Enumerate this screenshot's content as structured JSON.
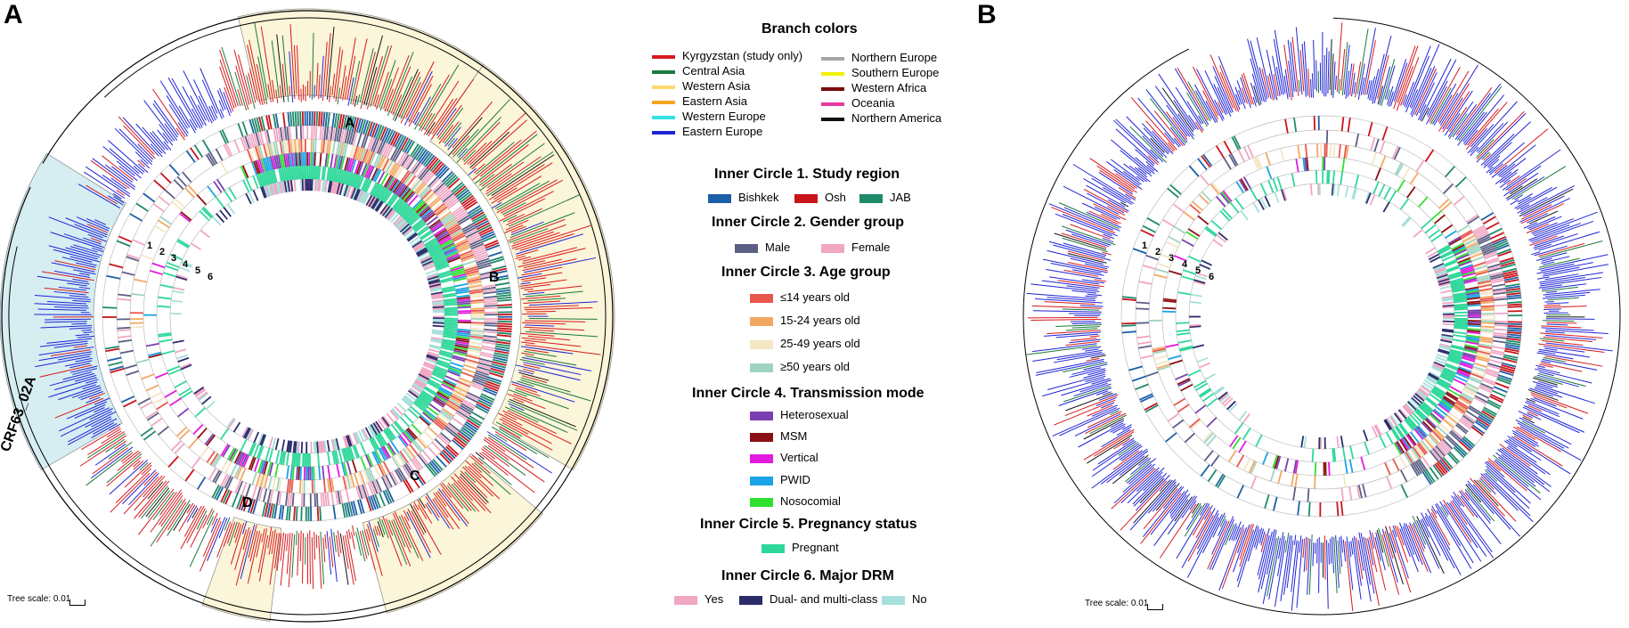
{
  "panels": {
    "a": {
      "label": "A",
      "scale_label": "Tree scale: 0.01"
    },
    "b": {
      "label": "B",
      "scale_label": "Tree scale: 0.01"
    }
  },
  "clade_labels": {
    "A": "A",
    "B": "B",
    "C": "C",
    "D": "D",
    "crf": "CRF63_02A"
  },
  "ring_numbers": [
    "1",
    "2",
    "3",
    "4",
    "5",
    "6"
  ],
  "legend": {
    "branch_title": "Branch colors",
    "branch_left": [
      {
        "label": "Kyrgyzstan (study only)",
        "color": "#d7191c"
      },
      {
        "label": "Central Asia",
        "color": "#1a7a3a"
      },
      {
        "label": "Western Asia",
        "color": "#fdd86e"
      },
      {
        "label": "Eastern Asia",
        "color": "#f5a623"
      },
      {
        "label": "Western Europe",
        "color": "#33e0e6"
      },
      {
        "label": "Eastern Europe",
        "color": "#1f24d6"
      }
    ],
    "branch_right": [
      {
        "label": "Northern Europe",
        "color": "#a6a6a6"
      },
      {
        "label": "Southern Europe",
        "color": "#f0f000"
      },
      {
        "label": "Western Africa",
        "color": "#7a0b0b"
      },
      {
        "label": "Oceania",
        "color": "#e63aa3"
      },
      {
        "label": "Northern America",
        "color": "#111111"
      }
    ],
    "c1_title": "Inner Circle 1. Study region",
    "c1_items": [
      {
        "label": "Bishkek",
        "color": "#1b5fa8"
      },
      {
        "label": "Osh",
        "color": "#c9141a"
      },
      {
        "label": "JAB",
        "color": "#1f8a6a"
      }
    ],
    "c2_title": "Inner Circle 2. Gender group",
    "c2_items": [
      {
        "label": "Male",
        "color": "#5b5f86"
      },
      {
        "label": "Female",
        "color": "#f1a6c3"
      }
    ],
    "c3_title": "Inner Circle 3. Age group",
    "c3_items": [
      {
        "label": "≤14 years old",
        "color": "#e8574d"
      },
      {
        "label": "15-24 years old",
        "color": "#f2a862"
      },
      {
        "label": "25-49 years old",
        "color": "#f5e6c4"
      },
      {
        "label": "≥50 years old",
        "color": "#9fd3c0"
      }
    ],
    "c4_title": "Inner Circle 4. Transmission mode",
    "c4_items": [
      {
        "label": "Heterosexual",
        "color": "#7a3fb0"
      },
      {
        "label": "MSM",
        "color": "#8b1014"
      },
      {
        "label": "Vertical",
        "color": "#e41adf"
      },
      {
        "label": "PWID",
        "color": "#1aa3e6"
      },
      {
        "label": "Nosocomial",
        "color": "#2fe02f"
      }
    ],
    "c5_title": "Inner Circle 5. Pregnancy status",
    "c5_items": [
      {
        "label": "Pregnant",
        "color": "#2ed89a"
      }
    ],
    "c6_title": "Inner Circle 6. Major DRM",
    "c6_items": [
      {
        "label": "Yes",
        "color": "#f1a6c3"
      },
      {
        "label": "Dual- and multi-class",
        "color": "#2b2d6b"
      },
      {
        "label": "No",
        "color": "#a7e0dc"
      }
    ]
  }
}
